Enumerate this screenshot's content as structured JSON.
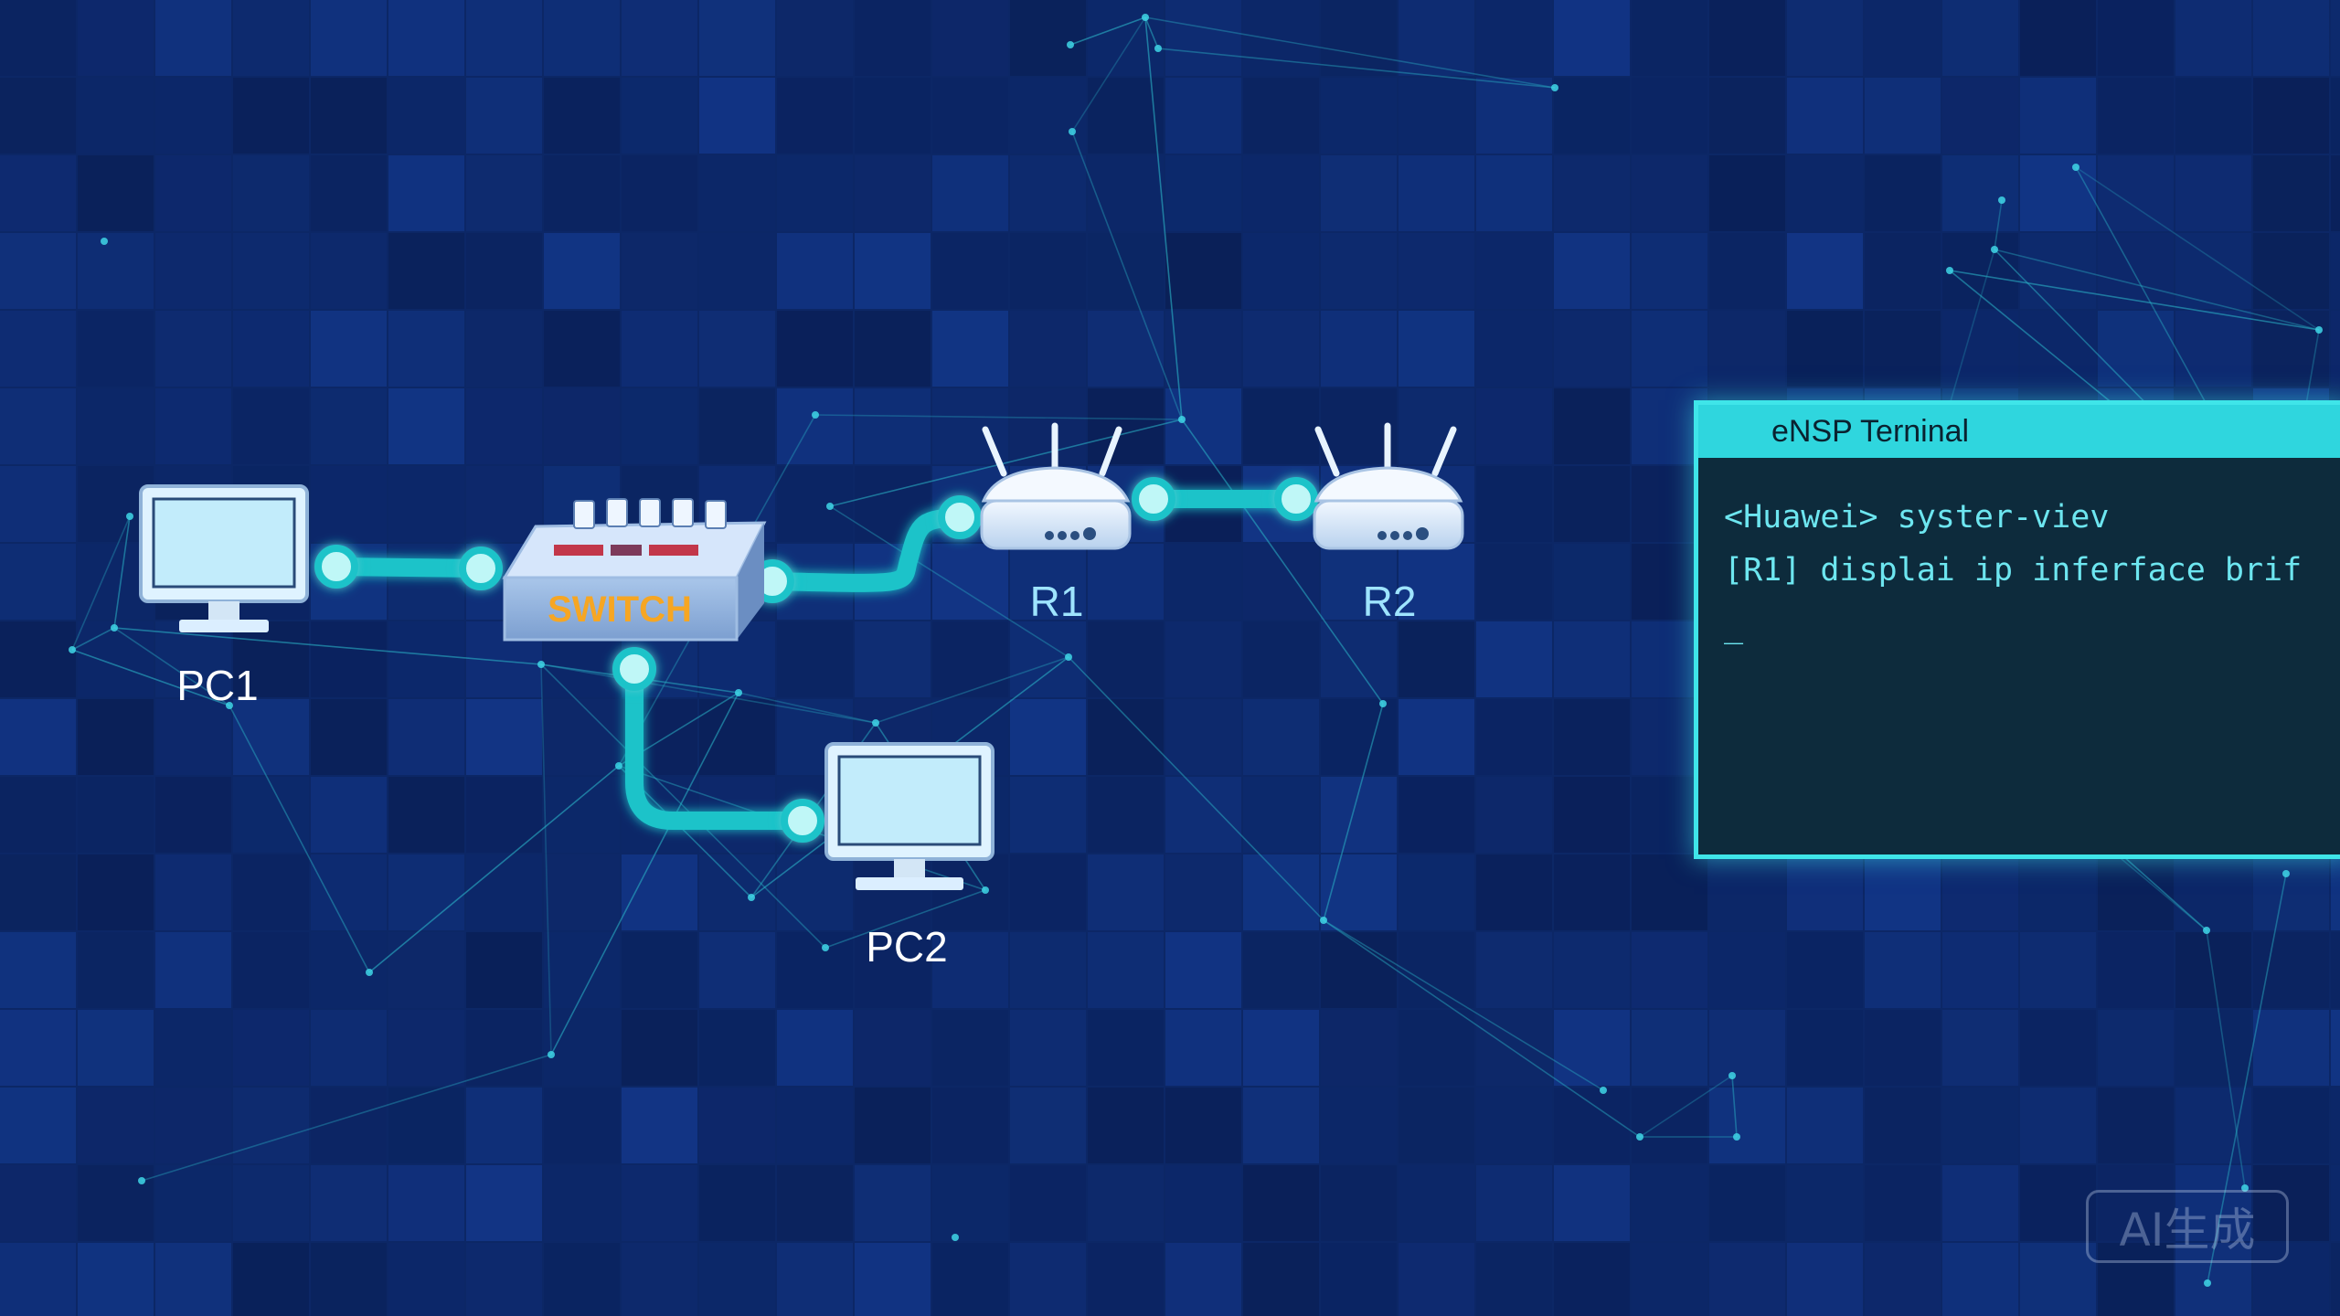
{
  "diagram": {
    "devices": {
      "pc1": {
        "label": "PC1",
        "icon": "monitor-icon"
      },
      "pc2": {
        "label": "PC2",
        "icon": "monitor-icon"
      },
      "switch": {
        "label": "SWITCH",
        "icon": "switch-icon"
      },
      "r1": {
        "label": "R1",
        "icon": "router-icon"
      },
      "r2": {
        "label": "R2",
        "icon": "router-icon"
      }
    },
    "links": [
      {
        "from": "PC1",
        "to": "SWITCH"
      },
      {
        "from": "SWITCH",
        "to": "R1"
      },
      {
        "from": "SWITCH",
        "to": "PC2"
      },
      {
        "from": "R1",
        "to": "R2"
      }
    ]
  },
  "terminal": {
    "title": "eNSP Terninal",
    "lines": [
      "<Huawei> syster-viev",
      "[R1] displai ip inferface brif"
    ],
    "cursor": "_"
  },
  "watermark": {
    "text": "AI生成"
  },
  "colors": {
    "background": "#0c2766",
    "link": "#1fc3c9",
    "node_glow": "#3fe5e9",
    "terminal_border": "#3fe5e9",
    "terminal_bg": "#0d2b3c",
    "switch_label": "#f6a623",
    "router_label": "#9ee4ff"
  }
}
